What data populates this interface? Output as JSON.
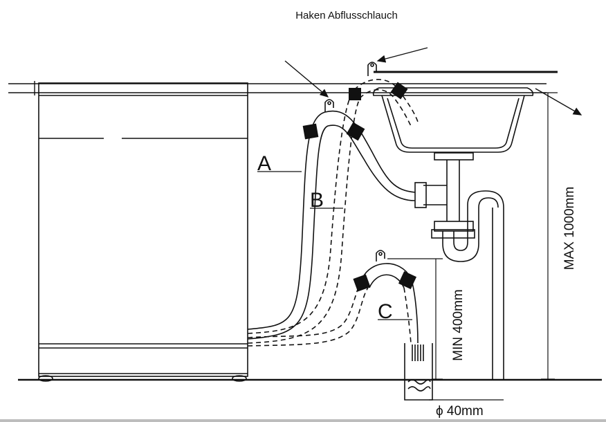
{
  "title": "Haken Abflusschlauch",
  "labels": {
    "a": "A",
    "b": "B",
    "c": "C"
  },
  "dimensions": {
    "max_height": "MAX 1000mm",
    "min_height": "MIN 400mm",
    "diameter": "ϕ 40mm"
  },
  "colors": {
    "line": "#111111",
    "background": "#ffffff"
  }
}
